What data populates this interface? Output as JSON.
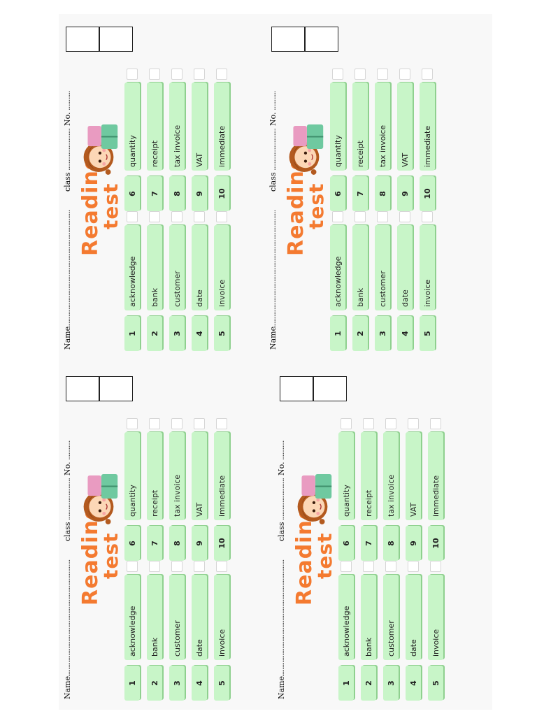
{
  "header": {
    "name_label": "Name",
    "name_dots": "...................................................................",
    "class_label": "class",
    "class_dots": "........................",
    "no_label": "No.",
    "no_dots": "..........."
  },
  "title": {
    "line1": "Reading",
    "line2": "test"
  },
  "words": [
    {
      "num": "1",
      "word": "acknowledge"
    },
    {
      "num": "2",
      "word": "bank"
    },
    {
      "num": "3",
      "word": "customer"
    },
    {
      "num": "4",
      "word": "date"
    },
    {
      "num": "5",
      "word": "invoice"
    },
    {
      "num": "6",
      "word": "quantity"
    },
    {
      "num": "7",
      "word": "receipt"
    },
    {
      "num": "8",
      "word": "tax invoice"
    },
    {
      "num": "9",
      "word": "VAT"
    },
    {
      "num": "10",
      "word": "immediate"
    }
  ],
  "colors": {
    "title": "#f47a30",
    "cell_fill": "#c8f5c8",
    "cell_shadow": "#8fd08f"
  },
  "icons": {
    "illustration": "girl-reading-book-icon",
    "checkbox": "empty-checkbox-icon"
  }
}
